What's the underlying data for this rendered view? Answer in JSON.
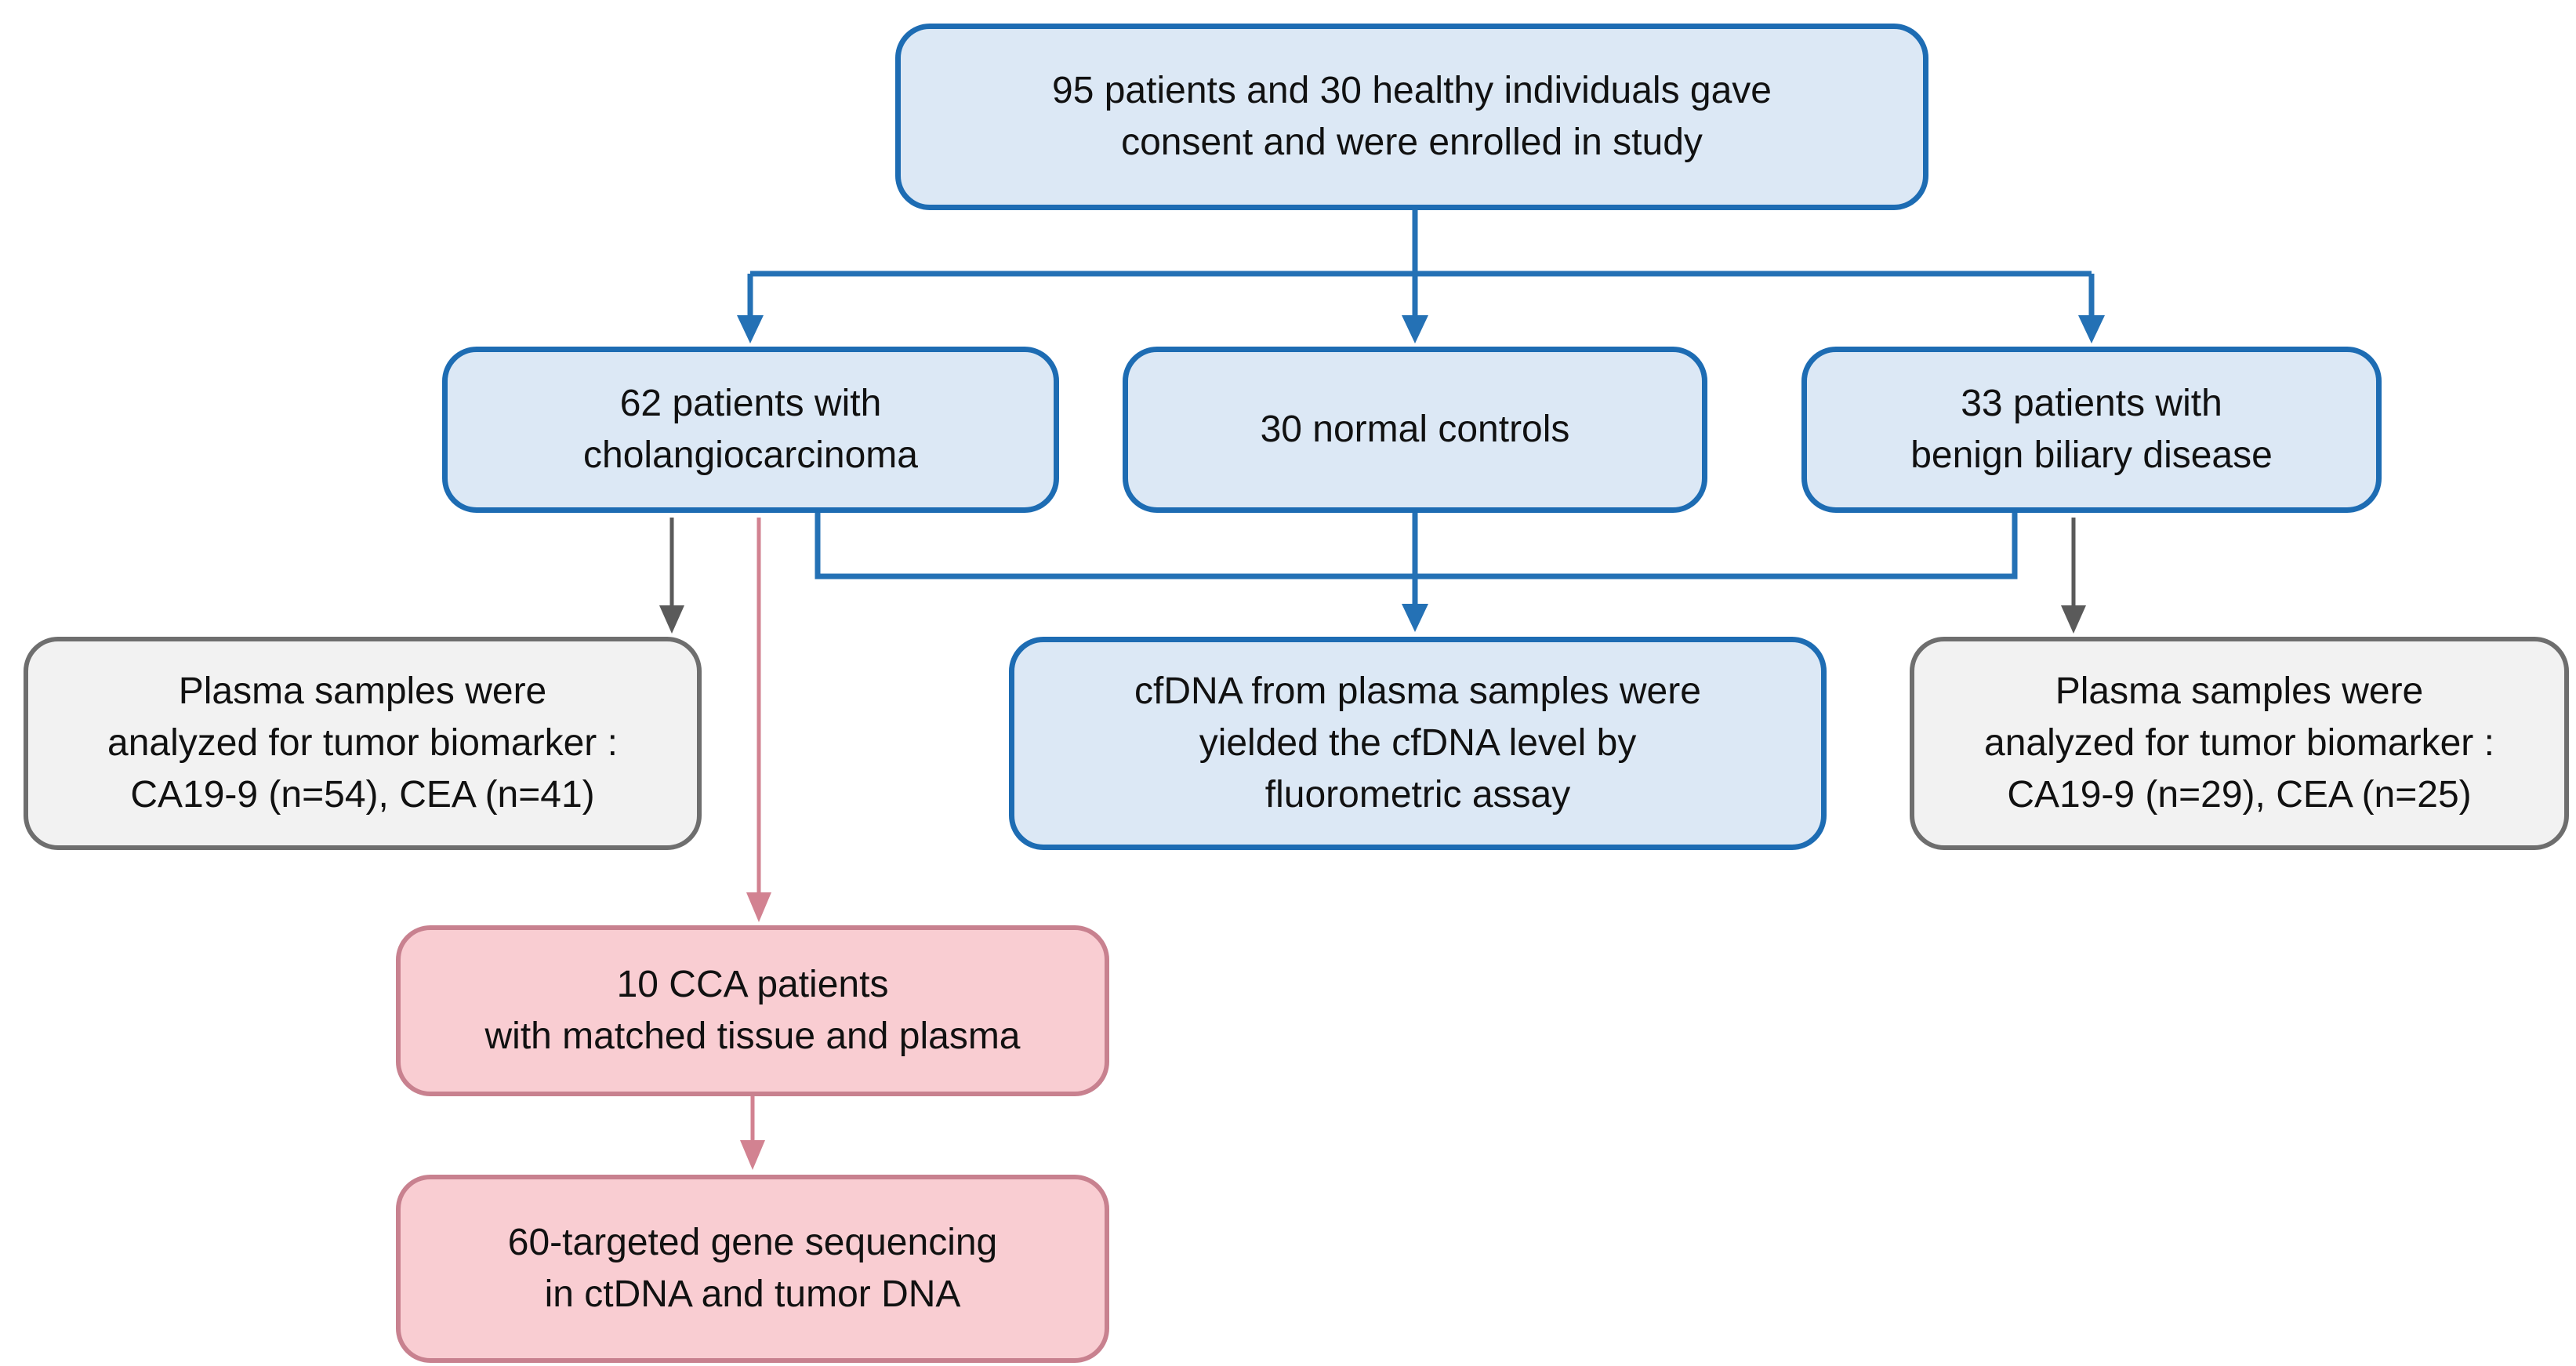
{
  "diagram_type": "study-enrollment-flowchart",
  "colors": {
    "blue_border": "#1d6cb3",
    "blue_fill": "#dce8f5",
    "blue_line": "#2471b5",
    "gray_border": "#6e6e6e",
    "gray_fill": "#f2f2f2",
    "gray_line": "#5a5a5a",
    "pink_border": "#c8818f",
    "pink_fill": "#f9cdd2",
    "pink_line": "#d28291",
    "text": "#111111"
  },
  "nodes": {
    "enrolled": {
      "color": "blue",
      "lines": [
        "95 patients and 30 healthy individuals gave",
        "consent and were enrolled in study"
      ]
    },
    "cca": {
      "color": "blue",
      "lines": [
        "62 patients with",
        "cholangiocarcinoma"
      ]
    },
    "normal": {
      "color": "blue",
      "lines": [
        "30 normal controls"
      ]
    },
    "benign": {
      "color": "blue",
      "lines": [
        "33 patients with",
        "benign biliary disease"
      ]
    },
    "biomarker_left": {
      "color": "gray",
      "lines": [
        "Plasma samples were",
        "analyzed for tumor biomarker :",
        "CA19-9 (n=54), CEA (n=41)"
      ]
    },
    "cfdna": {
      "color": "blue",
      "lines": [
        "cfDNA from plasma samples were",
        "yielded the cfDNA level by",
        "fluorometric assay"
      ]
    },
    "biomarker_right": {
      "color": "gray",
      "lines": [
        "Plasma samples were",
        "analyzed for tumor biomarker :",
        "CA19-9 (n=29), CEA (n=25)"
      ]
    },
    "matched": {
      "color": "pink",
      "lines": [
        "10 CCA patients",
        "with matched tissue and plasma"
      ]
    },
    "sequencing": {
      "color": "pink",
      "lines": [
        "60-targeted gene sequencing",
        "in ctDNA and tumor DNA"
      ]
    }
  },
  "edges": [
    {
      "from": "enrolled",
      "to": "cca",
      "style": "blue-arrow"
    },
    {
      "from": "enrolled",
      "to": "normal",
      "style": "blue-arrow"
    },
    {
      "from": "enrolled",
      "to": "benign",
      "style": "blue-arrow"
    },
    {
      "from": "cca",
      "to": "biomarker_left",
      "style": "gray-arrow"
    },
    {
      "from": "cca",
      "to": "cfdna",
      "style": "blue-elbow"
    },
    {
      "from": "normal",
      "to": "cfdna",
      "style": "blue-arrow"
    },
    {
      "from": "benign",
      "to": "cfdna",
      "style": "blue-elbow"
    },
    {
      "from": "benign",
      "to": "biomarker_right",
      "style": "gray-arrow"
    },
    {
      "from": "cca",
      "to": "matched",
      "style": "pink-arrow"
    },
    {
      "from": "matched",
      "to": "sequencing",
      "style": "pink-arrow"
    }
  ]
}
